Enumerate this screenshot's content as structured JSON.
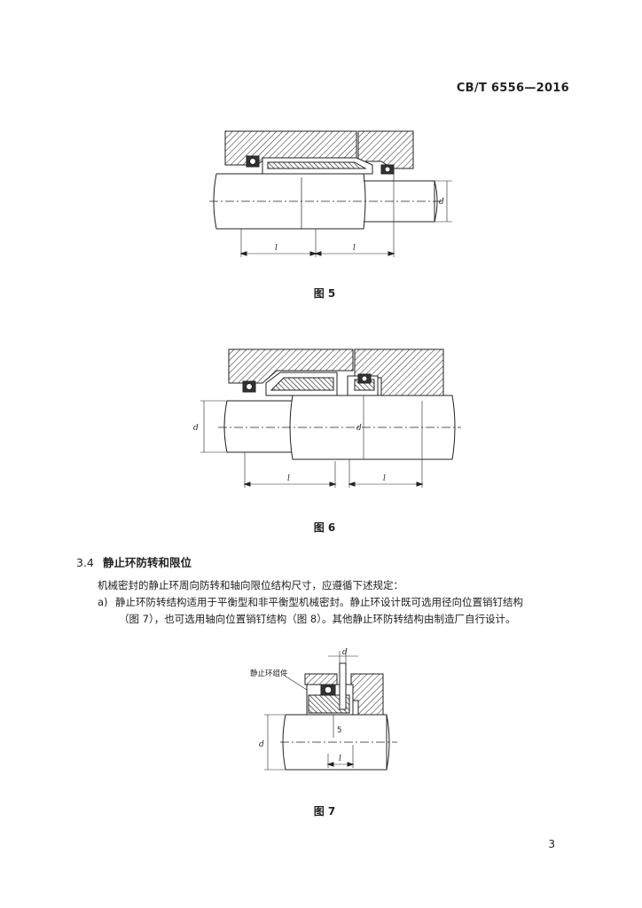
{
  "header": {
    "standard_code": "CB/T 6556—2016"
  },
  "figures": [
    {
      "caption": "图 5",
      "dims": {
        "d": "d",
        "l_left": "l",
        "l_right": "l"
      }
    },
    {
      "caption": "图 6",
      "dims": {
        "d_left": "d",
        "d_mid": "d",
        "l_left": "l",
        "l_right": "l"
      }
    },
    {
      "caption": "图 7",
      "label": "静止环组件",
      "dims": {
        "d_top": "d",
        "d_left": "d",
        "five": "5",
        "l_bottom": "l"
      }
    }
  ],
  "section": {
    "number": "3.4",
    "title": "静止环防转和限位",
    "intro": "机械密封的静止环周向防转和轴向限位结构尺寸，应遵循下述规定：",
    "item_a_marker": "a)",
    "item_a_line1": "静止环防转结构适用于平衡型和非平衡型机械密封。静止环设计既可选用径向位置销钉结构",
    "item_a_line2": "（图 7），也可选用轴向位置销钉结构（图 8）。其他静止环防转结构由制造厂自行设计。"
  },
  "footer": {
    "page_number": "3"
  }
}
